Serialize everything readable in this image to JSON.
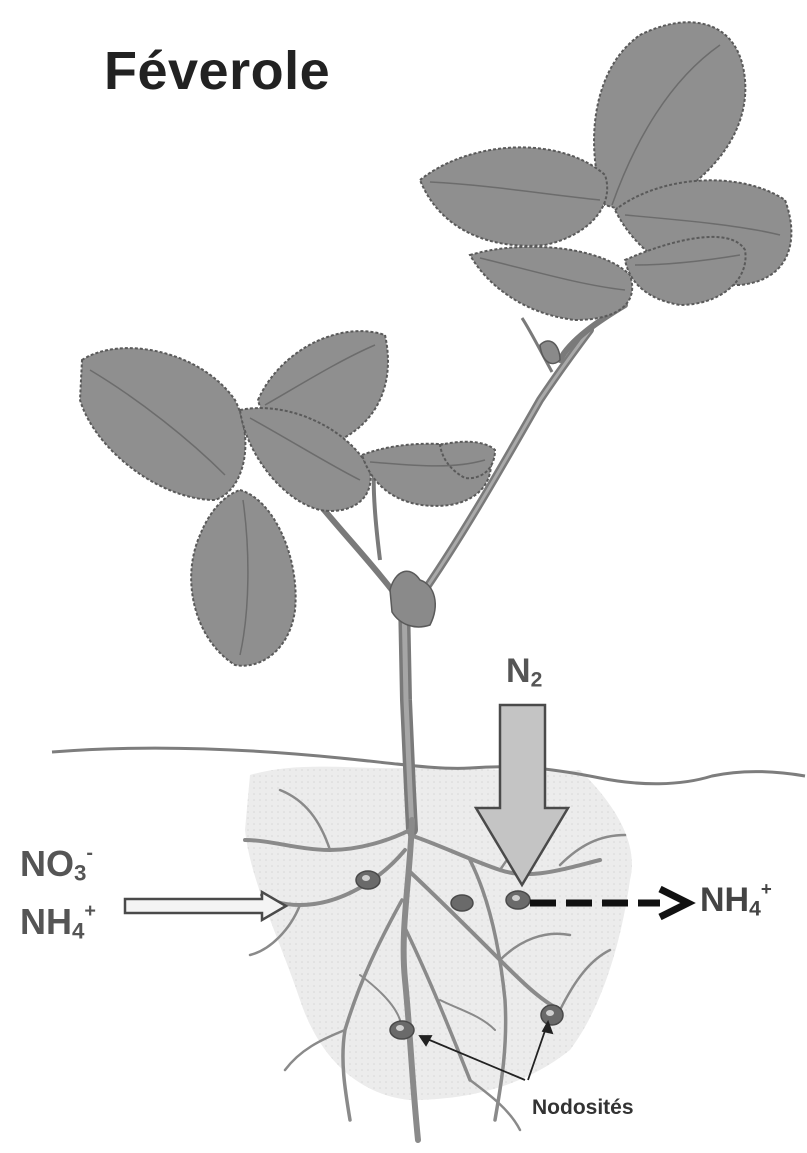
{
  "title": "Féverole",
  "labels": {
    "n2": {
      "base": "N",
      "sub": "2"
    },
    "no3": {
      "base": "NO",
      "sub": "3",
      "sup": "-"
    },
    "nh4_left": {
      "base": "NH",
      "sub": "4",
      "sup": "+"
    },
    "nh4_right": {
      "base": "NH",
      "sub": "4",
      "sup": "+"
    },
    "nodosites": "Nodosités"
  },
  "colors": {
    "leaf_fill": "#8f8f8f",
    "leaf_outline": "#5a5a5a",
    "stem": "#7a7a7a",
    "root": "#8a8a8a",
    "soil_zone": "#ececec",
    "ground_line": "#7d7d7d",
    "arrow_n2_fill": "#c4c4c4",
    "arrow_outline": "#4a4a4a",
    "arrow_dashed": "#111111",
    "nodule": "#6a6a6a"
  }
}
